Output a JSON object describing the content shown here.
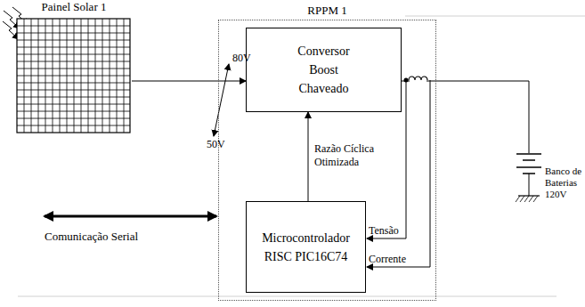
{
  "diagram": {
    "nodes": [
      {
        "text": [
          "Painel Solar 1"
        ]
      },
      {
        "text": [
          "RPPM 1"
        ]
      },
      {
        "text": [
          "Conversor Boost Chaveado"
        ],
        "in": 1
      },
      {
        "text": [
          "Microcontrolador RISC PIC16C74"
        ],
        "in": 1
      },
      {
        "text": [
          "Banco de Baterias 120V"
        ]
      }
    ],
    "edges": [
      {
        "from": 0,
        "to": 2,
        "arrow": "to"
      },
      {
        "from": 2,
        "to": 4,
        "arrow": "none"
      },
      {
        "from": 3,
        "to": 2,
        "label": "Razão Cíclica Otimizada",
        "arrow": "to"
      }
    ],
    "labels": [
      "80V",
      "50V",
      "Tensão",
      "Corrente",
      "Comunicação Serial"
    ]
  }
}
